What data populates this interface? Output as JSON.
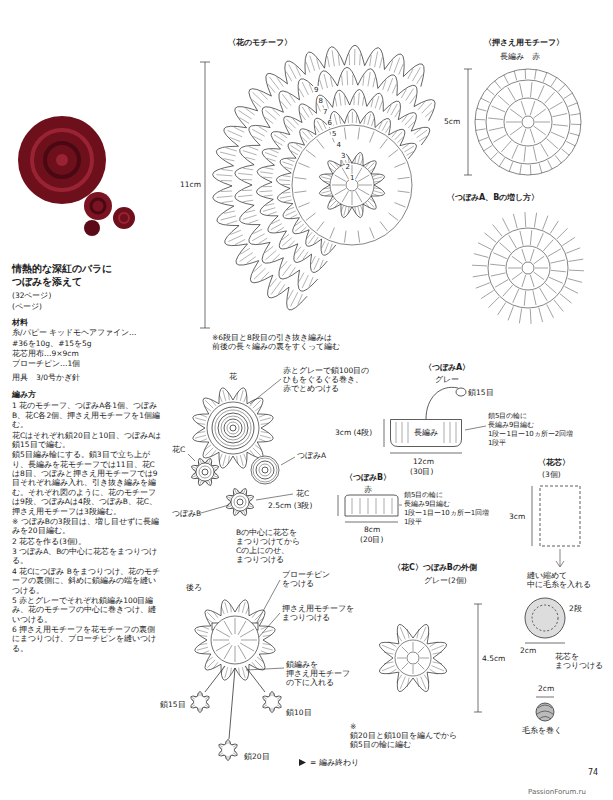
{
  "diagram": {
    "title": "情熱的な深紅のバラに つぼみを添えて",
    "nodes": [
      {
        "text": [
          "長編み"
        ]
      }
    ],
    "labels": [
      "(32ページ)",
      "(ページ)",
      "材料",
      "糸/パピー キッドモヘアファイン…",
      "#36を10g、#15を5g",
      "花芯用布…9×9cm",
      "ブローチピン…1個",
      "用具　3/0号かぎ針",
      "編み方",
      "1 花のモチーフ、つぼみA各1個、つぼみB、花C各2個、押さえ用モチーフを1個編む。",
      "花Cはそれぞれ鎖20目と10目、つぼみAは鎖15目で編む。",
      "鎖5目編み輪にする。鎖3目で立ち上がり、長編みを花モチーフでは11目、花Cは8目、つぼみと押さえ用モチーフでは9目それぞれ編み入れ、引き抜き編みを編む。それぞれ図のように、花のモチーフは9段、つぼみAは4段、つぼみB、花C、押さえ用モチーフは3段編む。",
      "※ つぼみBの3段目は、増し目せずに長編みを20目編む。",
      "2 花芯を作る(3個)。",
      "3 つぼみA、Bの中心に花芯をまつりつける。",
      "4 花Cにつぼみ Bをまつりつけ、花のモチーフの裏側に、斜めに鎖編みの端を縫いつける。",
      "5 赤とグレーでそれぞれ鎖編み100目編み、花のモチーフの中心に巻きつけ、縫いつける。",
      "6 押さえ用モチーフを花モチーフの裏側にまつりつけ、ブローチピンを縫いつける。",
      "〈花のモチーフ〉",
      "11cm",
      "9",
      "8",
      "7",
      "6",
      "5",
      "4",
      "3",
      "2",
      "1",
      "※6段目と8段目の引き抜き編みは 前後の長々編みの裏をすくって編む",
      "〈押さえ用モチーフ〉",
      "長編み　赤",
      "5cm",
      "〈つぼみA、Bの増し方〉",
      "花",
      "赤とグレーで鎖100目の ひもをぐるぐる巻き、 赤でとめつける",
      "つぼみA",
      "花C",
      "花C",
      "つぼみB",
      "Bの中心に花芯を まつりつけてから Cの上にのせ、 まつりつける",
      "〈つぼみA〉",
      "グレー",
      "鎖15目",
      "鎖5目の輪に",
      "長編み9目編む",
      "1段ー1目ー10ヵ所ー2回増",
      "1段平",
      "3cm (4段)",
      "12cm",
      "(30目)",
      "〈つぼみB〉",
      "赤",
      "鎖5目の輪に",
      "長編み9目編む",
      "1段ー1目ー10ヵ所ー1回増",
      "1段平",
      "2.5cm (3段)",
      "8cm",
      "(20目)",
      "〈花芯〉",
      "(3個)",
      "3cm",
      "縫い縮めて 中に毛糸を入れる",
      "2段",
      "花芯を まつりつける",
      "2cm",
      "2cm",
      "毛糸を巻く",
      "後ろ",
      "ブローチピン をつける",
      "押さえ用モチーフを まつりつける",
      "鎖編みを 押さえ用モチーフ の下に入れる",
      "鎖15目",
      "鎖10目",
      "鎖20目",
      "〈花C〉つぼみBの外側",
      "グレー(2個)",
      "4.5cm",
      "※鎖20目と鎖10目を編んでから 鎖5目の輪に編む",
      "74",
      "PassionForum.ru"
    ],
    "legend": [
      {
        "text": "= 編み終わり"
      }
    ]
  }
}
